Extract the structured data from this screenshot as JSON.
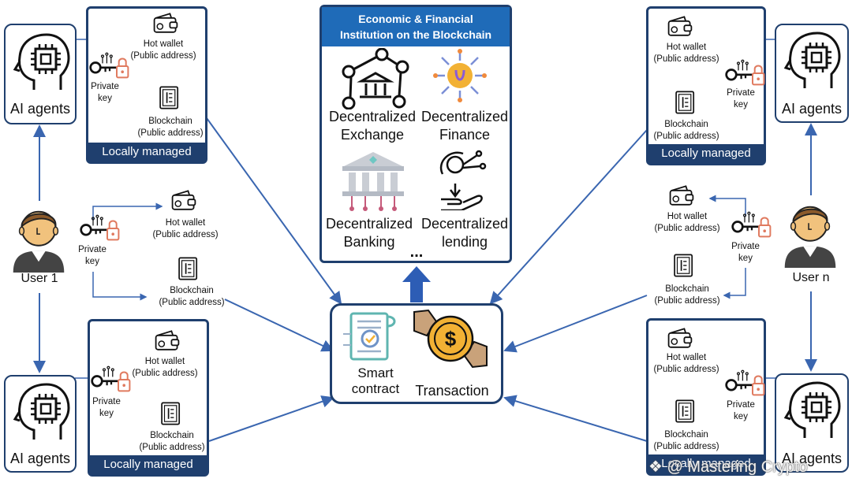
{
  "institution": {
    "title_line1": "Economic & Financial",
    "title_line2": "Institution on the Blockchain",
    "items": [
      {
        "line1": "Decentralized",
        "line2": "Exchange"
      },
      {
        "line1": "Decentralized",
        "line2": "Finance"
      },
      {
        "line1": "Decentralized",
        "line2": "Banking"
      },
      {
        "line1": "Decentralized",
        "line2": "lending"
      }
    ],
    "more": "..."
  },
  "center": {
    "smart_contract_line1": "Smart",
    "smart_contract_line2": "contract",
    "transaction": "Transaction"
  },
  "users": {
    "left": "User 1",
    "right": "User n"
  },
  "labels": {
    "ai_agents": "AI agents",
    "hot_wallet": "Hot wallet",
    "public_address": "(Public address)",
    "blockchain": "Blockchain",
    "private": "Private",
    "key": "key",
    "locally_managed": "Locally managed"
  },
  "watermark": "@ Mastering Crypto",
  "colors": {
    "navy": "#1f3f6e",
    "title_blue": "#1f6bb8",
    "arrow_blue": "#3a66b0",
    "lock_red": "#e07a5f",
    "coin_gold": "#f2b134"
  }
}
